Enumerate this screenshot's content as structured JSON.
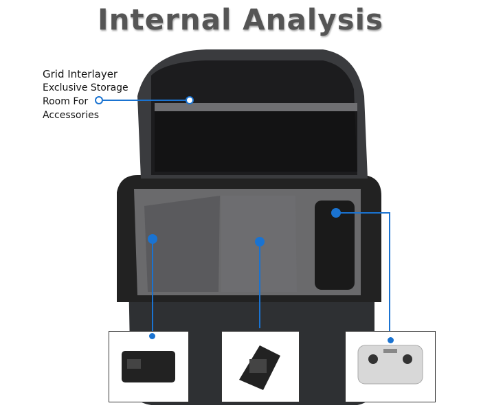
{
  "title": "Internal Analysis",
  "callout": {
    "lines": [
      "Grid Interlayer",
      "Exclusive Storage",
      "Room For",
      "Accessories"
    ]
  },
  "accent_color": "#1a73d1",
  "accessories": [
    "battery",
    "folded-drone",
    "remote-controller"
  ]
}
